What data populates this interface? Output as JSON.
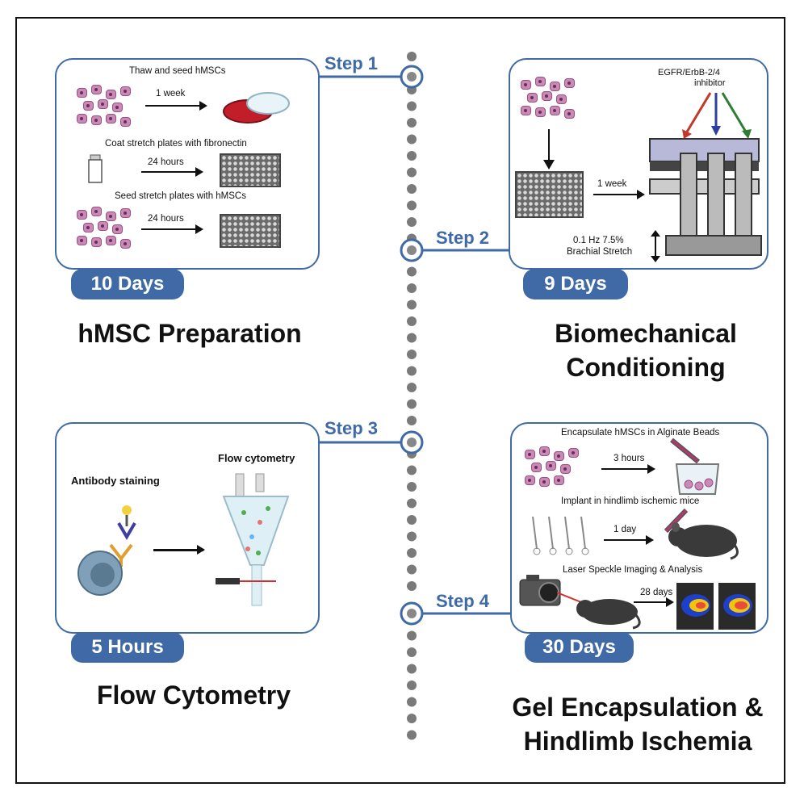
{
  "steps": {
    "s1": "Step 1",
    "s2": "Step 2",
    "s3": "Step 3",
    "s4": "Step 4"
  },
  "panel1": {
    "line1": "Thaw and seed hMSCs",
    "t1": "1 week",
    "line2": "Coat stretch plates with fibronectin",
    "t2": "24 hours",
    "line3": "Seed stretch plates with hMSCs",
    "t3": "24 hours",
    "badge": "10 Days",
    "title": "hMSC Preparation"
  },
  "panel2": {
    "inhibitor": "EGFR/ErbB-2/4",
    "inhibitor2": "inhibitor",
    "t1": "1 week",
    "stretch1": "0.1 Hz 7.5%",
    "stretch2": "Brachial Stretch",
    "badge": "9 Days",
    "title1": "Biomechanical",
    "title2": "Conditioning"
  },
  "panel3": {
    "antibody": "Antibody staining",
    "flow": "Flow cytometry",
    "badge": "5 Hours",
    "title": "Flow Cytometry"
  },
  "panel4": {
    "line1": "Encapsulate hMSCs in Alginate Beads",
    "t1": "3 hours",
    "line2": "Implant in hindlimb ischemic mice",
    "t2": "1 day",
    "line3": "Laser Speckle Imaging & Analysis",
    "t3": "28 days",
    "badge": "30 Days",
    "title1": "Gel Encapsulation &",
    "title2": "Hindlimb Ischemia"
  },
  "colors": {
    "accent": "#3f6aa6",
    "dot": "#7a7a7a",
    "red_arrow": "#c0392b",
    "blue_arrow": "#2c3e9e",
    "green_arrow": "#2e7d32"
  }
}
